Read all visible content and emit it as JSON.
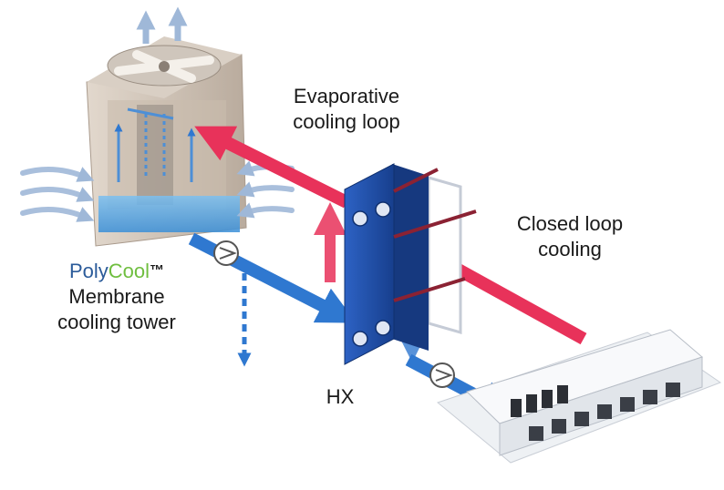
{
  "labels": {
    "evaporative": [
      "Evaporative",
      "cooling loop"
    ],
    "closed_loop": [
      "Closed loop",
      "cooling"
    ],
    "hx": "HX",
    "tower_brand_part1": "Poly",
    "tower_brand_part2": "Cool",
    "tower_brand_mark": "™",
    "tower_lines": [
      "Membrane",
      "cooling tower"
    ]
  },
  "colors": {
    "hot_flow": "#e8325a",
    "cold_flow": "#2f78d0",
    "hx_body": "#2150a8",
    "tower_body": "#cfc3b6",
    "brand_blue": "#2b5b9a",
    "brand_green": "#6fbe3f"
  },
  "icons": {
    "fan": "fan-icon",
    "pump": "pump-icon"
  }
}
